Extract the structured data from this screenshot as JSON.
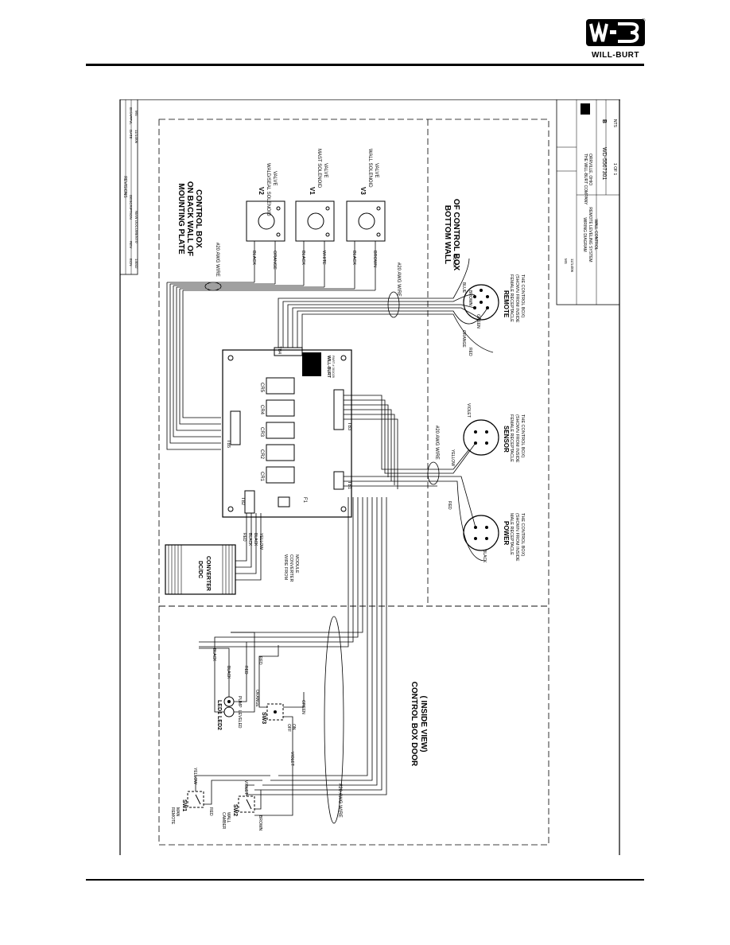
{
  "header": {
    "logo_text": "WILL-BURT",
    "logo_mark": "WB"
  },
  "labels": {
    "mounting_plate": [
      "MOUNTING PLATE",
      "ON BACK WALL OF",
      "CONTROL BOX"
    ],
    "bottom_wall": [
      "BOTTOM WALL",
      "OF CONTROL BOX"
    ],
    "door": [
      "CONTROL BOX DOOR",
      "( INSIDE VIEW)"
    ],
    "awg_top": "#20 AWG WIRE",
    "awg_right": "#20 AWG WIRE",
    "awg_sensor": "#20 AWG WIRE",
    "awg_door": "#20 AWG WIRE",
    "wire_from_converter": [
      "WIRE FROM",
      "CONVERTER",
      "MODULE"
    ],
    "converter": [
      "DC/DC",
      "CONVERTER"
    ],
    "will_burt_board": [
      "WILL-BURT",
      "PART # 301029"
    ]
  },
  "valves": [
    {
      "id": "V2",
      "desc": [
        "WALD/SEAL SOLENOID",
        "VALVE"
      ],
      "wires": [
        "BLACK",
        "ORANGE"
      ]
    },
    {
      "id": "V1",
      "desc": [
        "MAST SOLENOID",
        "VALVE"
      ],
      "wires": [
        "BLACK",
        "WHITE"
      ]
    },
    {
      "id": "V3",
      "desc": [
        "WALL SOLENOID",
        "VALVE"
      ],
      "wires": [
        "BLACK",
        "BROWN"
      ]
    }
  ],
  "board": {
    "relays": [
      "CR5",
      "CR4",
      "CR3",
      "CR2",
      "CR1"
    ],
    "fuse": "F1",
    "terminal_blocks": [
      "TB1",
      "TB2",
      "TB3",
      "TB4",
      "TB5"
    ]
  },
  "connectors": {
    "remote": {
      "title": "REMOTE",
      "desc": [
        "FEMALE RECEPTACLE",
        "(SHOWN FROM INSIDE",
        "THE CONTROL BOX)"
      ],
      "wires": [
        "BLACK",
        "BLUE",
        "BROWN",
        "GREEN",
        "ORANGE",
        "RED"
      ]
    },
    "sensor": {
      "title": "SENSOR",
      "desc": [
        "FEMALE RECEPTACLE",
        "(SHOWN FROM INSIDE",
        "THE CONTROL BOX)"
      ],
      "wires": [
        "VIOLET",
        "YELLOW"
      ]
    },
    "power": {
      "title": "POWER",
      "desc": [
        "MALE RECEPTACLE",
        "(SHOWN FROM INSIDE",
        "THE CONTROL BOX)"
      ],
      "wires": [
        "RED",
        "BLACK"
      ]
    }
  },
  "converter_wires": [
    "RED",
    "BLACK",
    "BLACK",
    "YELLOW"
  ],
  "door_items": {
    "led1": {
      "id": "LED1",
      "sub": "PUMP",
      "wires": [
        "BLACK",
        "RED"
      ]
    },
    "led2": {
      "id": "LED2",
      "sub": "LEVELED",
      "wires": [
        "BLACK",
        "RED"
      ]
    },
    "sw3": {
      "id": "SW3",
      "sub": [
        "OFF",
        "ON"
      ],
      "wires": [
        "ORANGE",
        "GREEN",
        "VIOLET"
      ]
    },
    "sw1": {
      "id": "SW1",
      "sub": [
        "MAN",
        "REMOTE"
      ],
      "wires": [
        "YELLOW",
        "RED"
      ]
    },
    "sw2": {
      "id": "SW2",
      "sub": [
        "WALL",
        "CAMBER"
      ],
      "wires": [
        "VIOLET",
        "BROWN"
      ]
    }
  },
  "revisions": {
    "title": "REVISIONS",
    "headers": [
      "ECN",
      "REV",
      "DESCRIPTION",
      "DATE",
      "BY/APPVL"
    ],
    "row": [
      "14032",
      "0",
      "NEW DOCUMENT",
      "11/14/06",
      "MS"
    ]
  },
  "title_block": {
    "company": [
      "THE WILL-BURT COMPANY",
      "ORRVILLE, OHIO"
    ],
    "title": [
      "WIRING DIAGRAM",
      "REMOTE LEVELING SYSTEM",
      "WALL CONTROL"
    ],
    "size": "B",
    "dwg_no": "WD-5567301",
    "scale": "NTS",
    "sheet": "1 OF 1",
    "drawn_by": "MS",
    "date": "11/14/06"
  }
}
